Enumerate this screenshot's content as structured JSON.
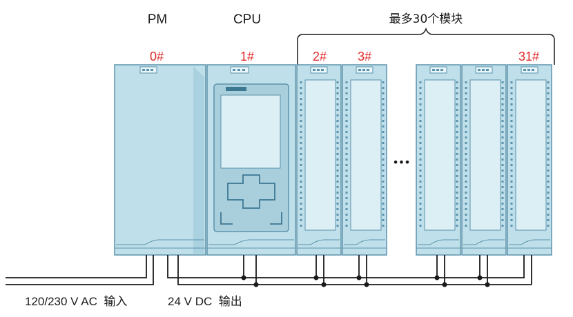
{
  "labels": {
    "pm": "PM",
    "cpu": "CPU",
    "max_modules": "最多30个模块",
    "ac_input": "120/230 V AC  输入",
    "dc_output": "24 V DC  输出",
    "ellipsis": "•••"
  },
  "slots": {
    "s0": "0#",
    "s1": "1#",
    "s2": "2#",
    "s3": "3#",
    "s31": "31#"
  },
  "colors": {
    "module_body": "#bfe0ea",
    "module_border": "#5b92ab",
    "module_edge": "#8fbdd0",
    "slot_label": "#e02a2a",
    "wire": "#1a1a1a"
  },
  "icons": [
    "navigation-cross-icon",
    "led-indicator-icon"
  ]
}
